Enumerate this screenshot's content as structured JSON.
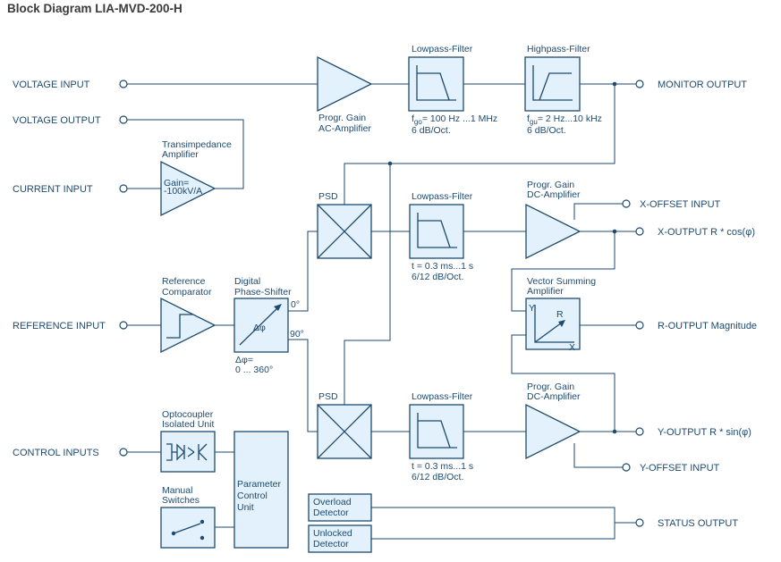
{
  "title": "Block Diagram LIA-MVD-200-H",
  "inputs": {
    "voltage_input": "VOLTAGE INPUT",
    "voltage_output": "VOLTAGE OUTPUT",
    "current_input": "CURRENT INPUT",
    "reference_input": "REFERENCE INPUT",
    "control_inputs": "CONTROL INPUTS"
  },
  "outputs": {
    "monitor": "MONITOR OUTPUT",
    "x_offset": "X-OFFSET INPUT",
    "x_output": "X-OUTPUT R * cos(φ)",
    "r_output": "R-OUTPUT Magnitude",
    "y_output": "Y-OUTPUT R * sin(φ)",
    "y_offset": "Y-OFFSET INPUT",
    "status": "STATUS OUTPUT"
  },
  "blocks": {
    "ac_amp": {
      "line1": "Progr. Gain",
      "line2": "AC-Amplifier"
    },
    "lp1": {
      "title": "Lowpass-Filter",
      "spec1_pre": "f",
      "spec1_sub": "go",
      "spec1_post": "= 100 Hz ...1 MHz",
      "spec2": "6 dB/Oct."
    },
    "hp1": {
      "title": "Highpass-Filter",
      "spec1_pre": "f",
      "spec1_sub": "gu",
      "spec1_post": "= 2 Hz...10 kHz",
      "spec2": "6 dB/Oct."
    },
    "transimpedance": {
      "line1": "Transimpedance",
      "line2": "Amplifier",
      "gain1": "Gain=",
      "gain2": "-100kV/A"
    },
    "psd_top": "PSD",
    "psd_bottom": "PSD",
    "lp2": {
      "title": "Lowpass-Filter",
      "spec1": "t = 0.3 ms...1 s",
      "spec2": "6/12 dB/Oct."
    },
    "lp3": {
      "title": "Lowpass-Filter",
      "spec1": "t = 0.3 ms...1 s",
      "spec2": "6/12 dB/Oct."
    },
    "dc_amp_x": {
      "line1": "Progr. Gain",
      "line2": "DC-Amplifier"
    },
    "dc_amp_y": {
      "line1": "Progr. Gain",
      "line2": "DC-Amplifier"
    },
    "vector_sum": {
      "line1": "Vector Summing",
      "line2": "Amplifier",
      "axis_y": "Y",
      "axis_x": "X",
      "axis_r": "R"
    },
    "ref_comp": {
      "line1": "Reference",
      "line2": "Comparator"
    },
    "phase_shifter": {
      "line1": "Digital",
      "line2": "Phase-Shifter",
      "delta": "Δφ",
      "out0": "0°",
      "out90": "90°",
      "range1": "Δφ=",
      "range2": "0 ... 360°"
    },
    "optocoupler": {
      "line1": "Optocoupler",
      "line2": "Isolated Unit"
    },
    "manual_switches": {
      "line1": "Manual",
      "line2": "Switches"
    },
    "pcu": {
      "line1": "Parameter",
      "line2": "Control",
      "line3": "Unit"
    },
    "overload": {
      "line1": "Overload",
      "line2": "Detector"
    },
    "unlocked": {
      "line1": "Unlocked",
      "line2": "Detector"
    }
  }
}
